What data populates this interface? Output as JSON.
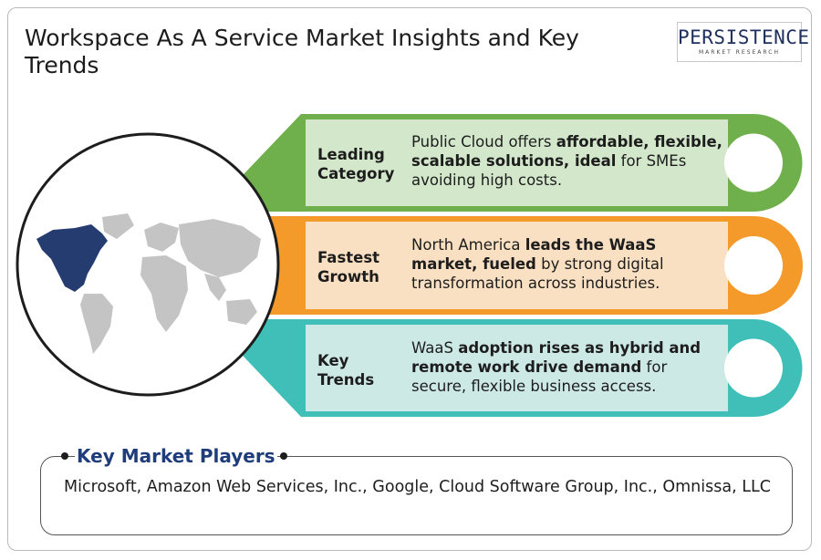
{
  "title": "Workspace As A Service Market Insights and Key Trends",
  "logo": {
    "word": "PERSISTENCE",
    "subtitle": "MARKET RESEARCH"
  },
  "colors": {
    "green": "#6fb04d",
    "green_fill": "#d3e7cb",
    "orange": "#f39a2b",
    "orange_fill": "#fae0c2",
    "teal": "#3fbfb8",
    "teal_fill": "#cde9e6",
    "map_land": "#c4c4c4",
    "map_highlight": "#253c70",
    "players_title": "#1f3d7a"
  },
  "icons": {
    "map": "world-map-icon",
    "highlight_region": "north-america"
  },
  "insights": [
    {
      "label_line1": "Leading",
      "label_line2": "Category",
      "desc_lead": "Public Cloud offers ",
      "desc_bold": "affordable, flexible, scalable solutions, ideal",
      "desc_tail": " for SMEs avoiding high costs."
    },
    {
      "label_line1": "Fastest",
      "label_line2": "Growth",
      "desc_lead": "North America ",
      "desc_bold": "leads the WaaS market, fueled",
      "desc_tail": " by strong digital transformation across industries."
    },
    {
      "label_line1": "Key",
      "label_line2": "Trends",
      "desc_lead": "WaaS ",
      "desc_bold": "adoption rises as hybrid and remote work drive demand",
      "desc_tail": " for secure, flexible business access."
    }
  ],
  "players": {
    "title": "Key Market Players",
    "list": "Microsoft, Amazon Web Services, Inc., Google, Cloud Software Group, Inc., Omnissa, LLC"
  }
}
